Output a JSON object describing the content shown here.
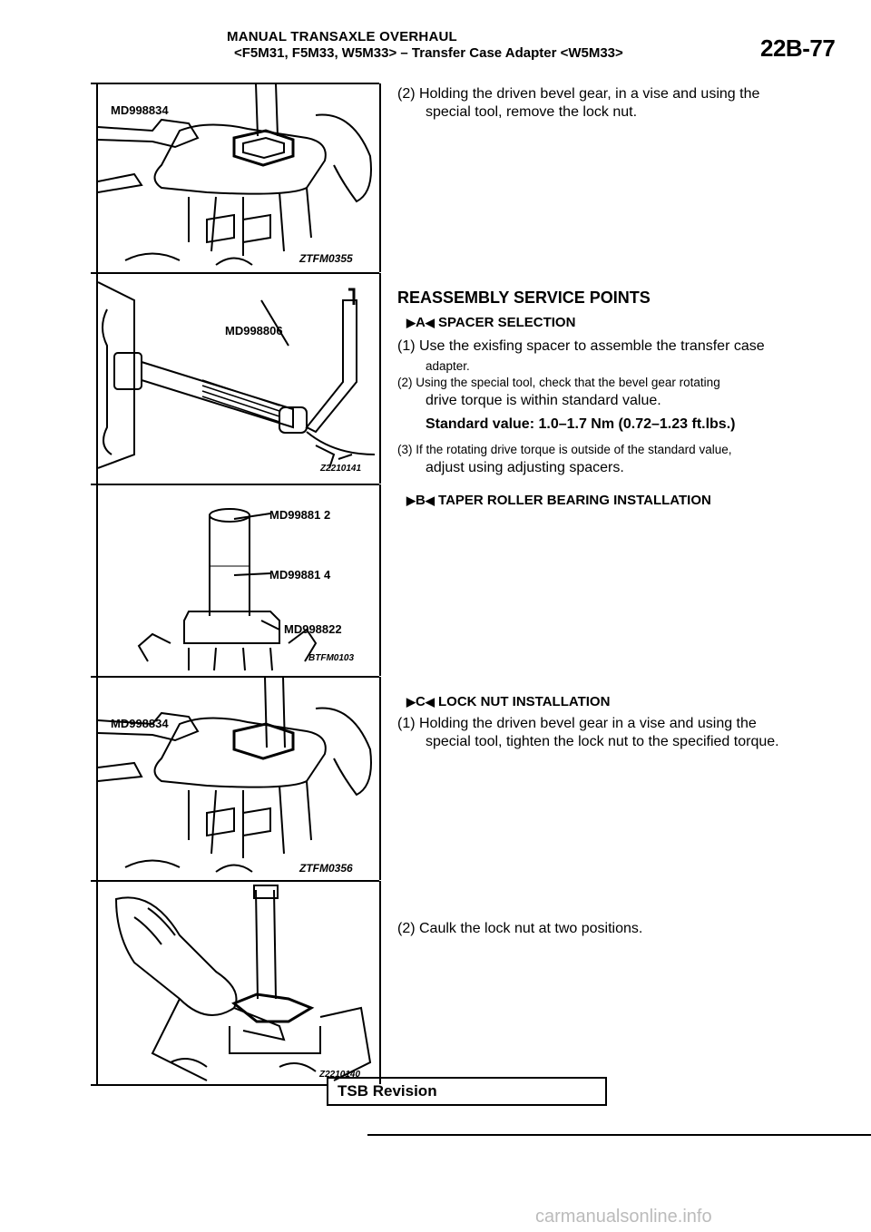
{
  "header": {
    "title": "MANUAL TRANSAXLE OVERHAUL",
    "subtitle": "<F5M31, F5M33, W5M33> – Transfer Case Adapter <W5M33>",
    "page_number": "22B-77"
  },
  "figures": {
    "fig1": {
      "tool": "MD998834",
      "code": "ZTFM0355"
    },
    "fig2": {
      "tool": "MD998806",
      "code": "Z2210141"
    },
    "fig3": {
      "tool_a": "MD99881 2",
      "tool_b": "MD99881 4",
      "tool_c": "MD998822",
      "code": "BTFM0103"
    },
    "fig4": {
      "tool": "MD998834",
      "code": "ZTFM0356"
    },
    "fig5": {
      "code": "Z2210140"
    }
  },
  "body": {
    "step_remove": "(2) Holding the driven bevel gear, in a vise and using the",
    "step_remove_2": "special tool, remove the lock nut.",
    "reassembly_heading": "REASSEMBLY SERVICE POINTS",
    "a_marker": "A",
    "a_title": "SPACER SELECTION",
    "a1": "(1) Use the exisfing spacer to assemble the transfer case",
    "a1_2": "adapter.",
    "a2": "(2) Using the special tool, check that the bevel gear rotating",
    "a2_2": "drive torque is within standard value.",
    "standard_value": "Standard value: 1.0–1.7 Nm (0.72–1.23 ft.lbs.)",
    "a3": "(3) If the rotating drive torque is outside of the standard value,",
    "a3_2": "adjust using adjusting spacers.",
    "b_marker": "B",
    "b_title": "TAPER ROLLER BEARING INSTALLATION",
    "c_marker": "C",
    "c_title": "LOCK NUT INSTALLATION",
    "c1": "(1) Holding the driven bevel gear in a vise and using the",
    "c1_2": "special tool, tighten the lock nut to the specified torque.",
    "c2": "(2) Caulk the lock nut at two positions."
  },
  "footer": {
    "tsb_label": "TSB Revision",
    "watermark": "carmanualsonline.info"
  }
}
